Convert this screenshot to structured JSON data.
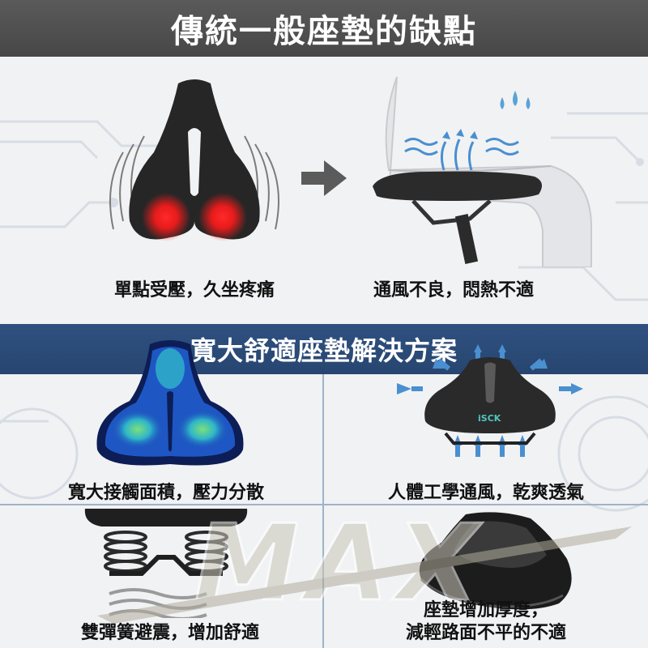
{
  "top_banner": {
    "title": "傳統一般座墊的缺點"
  },
  "problems": [
    {
      "caption": "單點受壓，久坐疼痛"
    },
    {
      "caption": "通風不良，悶熱不適"
    }
  ],
  "solution_banner": {
    "title": "寬大舒適座墊解決方案"
  },
  "solutions": [
    {
      "caption": "寬大接觸面積，壓力分散"
    },
    {
      "caption": "人體工學通風，乾爽透氣",
      "seat_logo": "iSCK"
    },
    {
      "caption": "雙彈簧避震，增加舒適"
    },
    {
      "caption_line1": "座墊增加厚度，",
      "caption_line2": "減輕路面不平的不適"
    }
  ],
  "watermark": {
    "text": "MAX"
  },
  "colors": {
    "top_banner": "#4f4f4f",
    "solution_banner": "#2b4a77",
    "pressure_red": "#ff1a1a",
    "airflow_blue": "#4a8fd0"
  }
}
